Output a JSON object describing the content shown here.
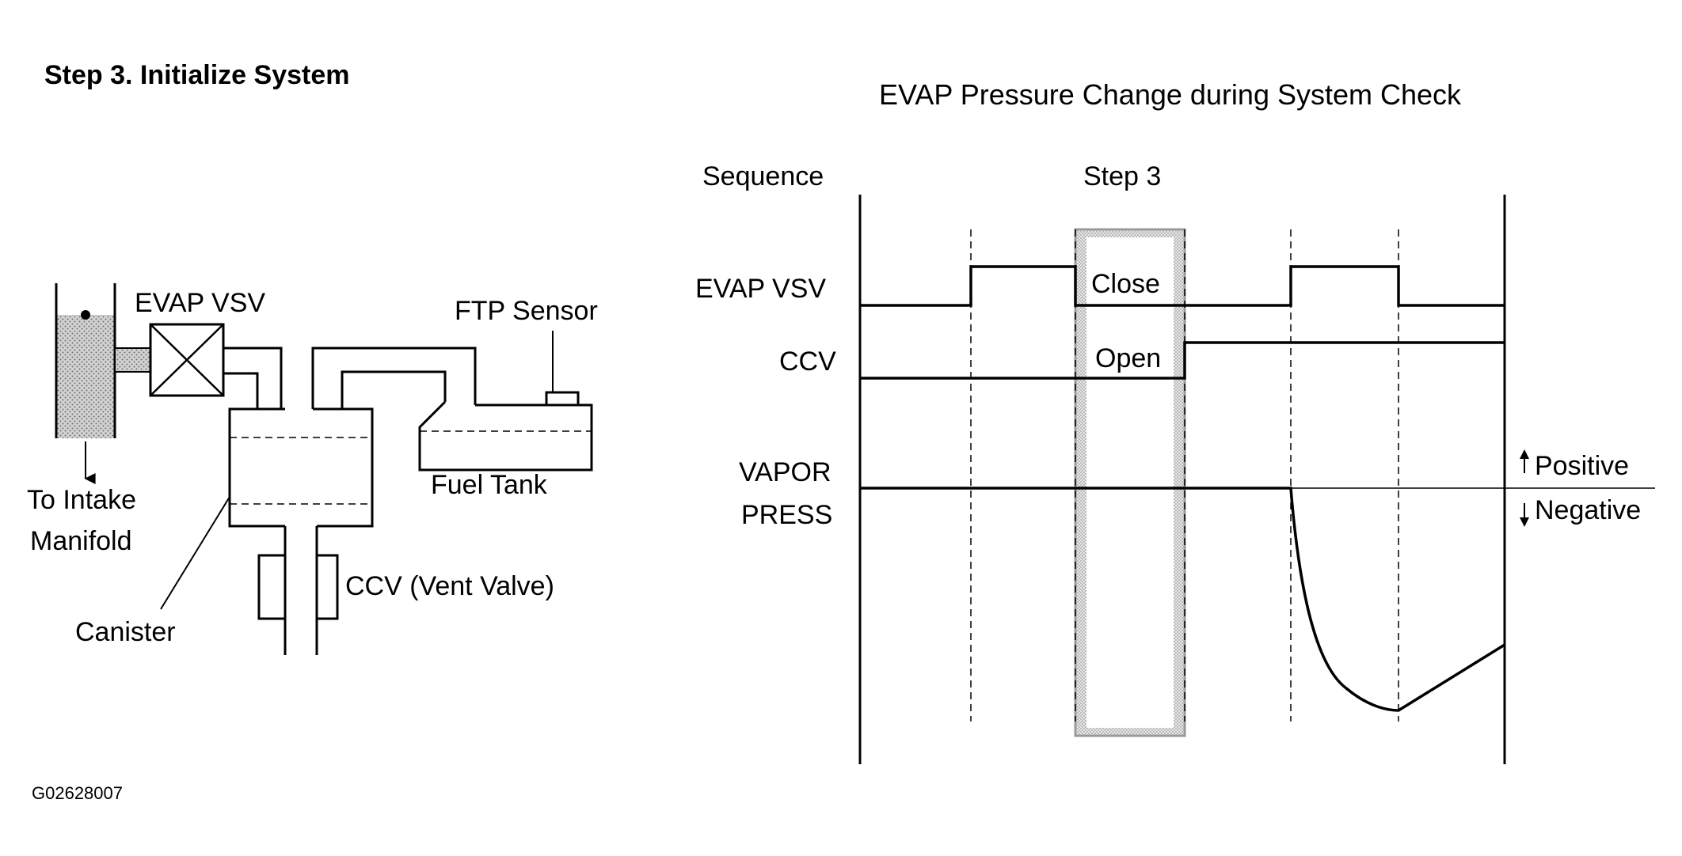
{
  "figure": {
    "step_title": "Step 3. Initialize System",
    "figure_id": "G02628007"
  },
  "system_diagram": {
    "evap_vsv_label": "EVAP VSV",
    "ftp_sensor_label": "FTP Sensor",
    "to_intake_label_line1": "To Intake",
    "to_intake_label_line2": "Manifold",
    "fuel_tank_label": "Fuel Tank",
    "ccv_vent_valve_label": "CCV (Vent Valve)",
    "canister_label": "Canister"
  },
  "timing_chart": {
    "title": "EVAP Pressure Change during System Check",
    "sequence_label": "Sequence",
    "step_label": "Step 3",
    "row_labels": {
      "evap_vsv": "EVAP VSV",
      "ccv": "CCV",
      "vapor_press_line1": "VAPOR",
      "vapor_press_line2": "PRESS"
    },
    "highlight_labels": {
      "close": "Close",
      "open": "Open"
    },
    "pressure_labels": {
      "positive": "Positive",
      "negative": "Negative"
    },
    "colors": {
      "line": "#000000",
      "highlight_band": "#b4b4b4"
    }
  }
}
